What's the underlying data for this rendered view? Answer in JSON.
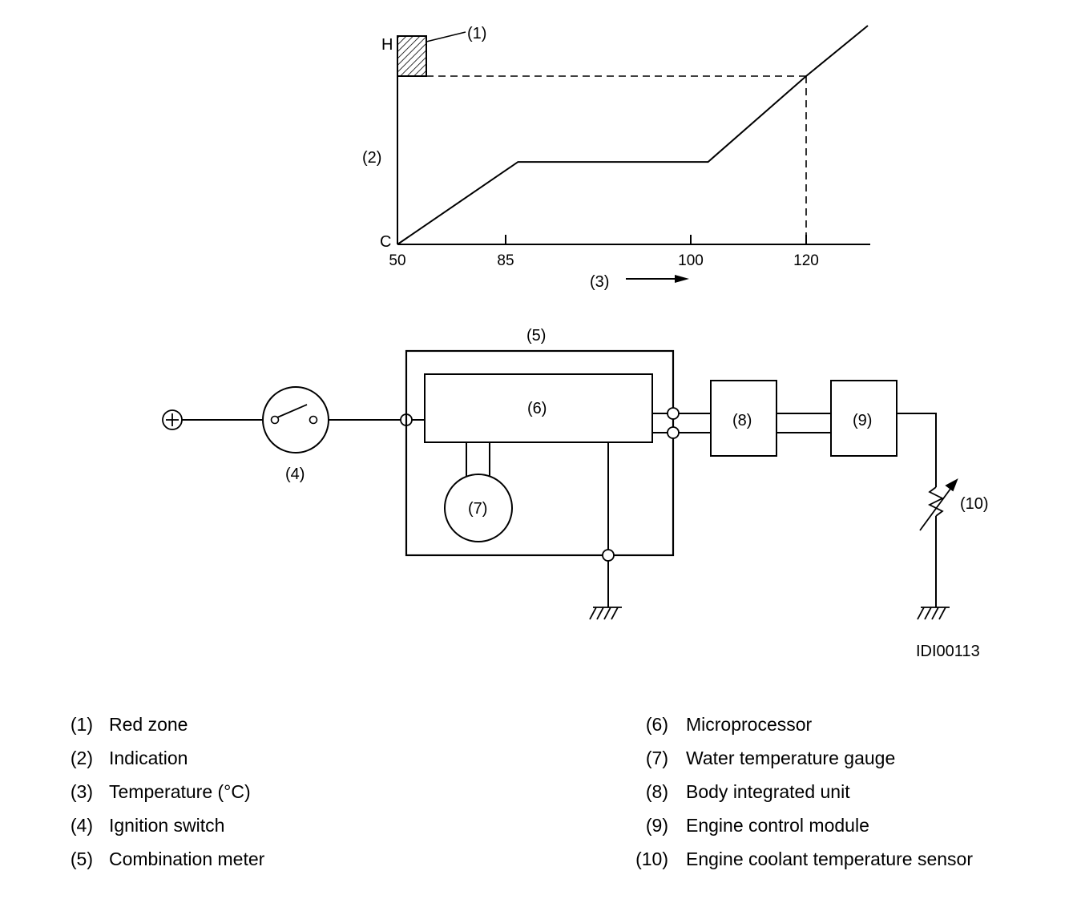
{
  "graph": {
    "y_top_label": "H",
    "y_bottom_label": "C",
    "y_axis_callout": "(2)",
    "red_zone_callout": "(1)",
    "x_ticks": [
      "50",
      "85",
      "100",
      "120"
    ],
    "x_axis_callout": "(3)"
  },
  "chart_data": {
    "type": "line",
    "x": [
      50,
      86,
      103,
      120,
      128
    ],
    "markers": [
      50,
      85,
      100,
      120
    ],
    "threshold_x": 120
  },
  "circuit": {
    "combination_meter_callout": "(5)",
    "microprocessor_callout": "(6)",
    "gauge_callout": "(7)",
    "ignition_switch_callout": "(4)",
    "body_unit_callout": "(8)",
    "ecm_callout": "(9)",
    "sensor_callout": "(10)",
    "figure_id": "IDI00113"
  },
  "legend": {
    "left": [
      {
        "num": "(1)",
        "text": "Red zone"
      },
      {
        "num": "(2)",
        "text": "Indication"
      },
      {
        "num": "(3)",
        "text": "Temperature (°C)"
      },
      {
        "num": "(4)",
        "text": "Ignition switch"
      },
      {
        "num": "(5)",
        "text": "Combination meter"
      }
    ],
    "right": [
      {
        "num": "(6)",
        "text": "Microprocessor"
      },
      {
        "num": "(7)",
        "text": "Water temperature gauge"
      },
      {
        "num": "(8)",
        "text": "Body integrated unit"
      },
      {
        "num": "(9)",
        "text": "Engine control module"
      },
      {
        "num": "(10)",
        "text": "Engine coolant temperature sensor"
      }
    ]
  }
}
